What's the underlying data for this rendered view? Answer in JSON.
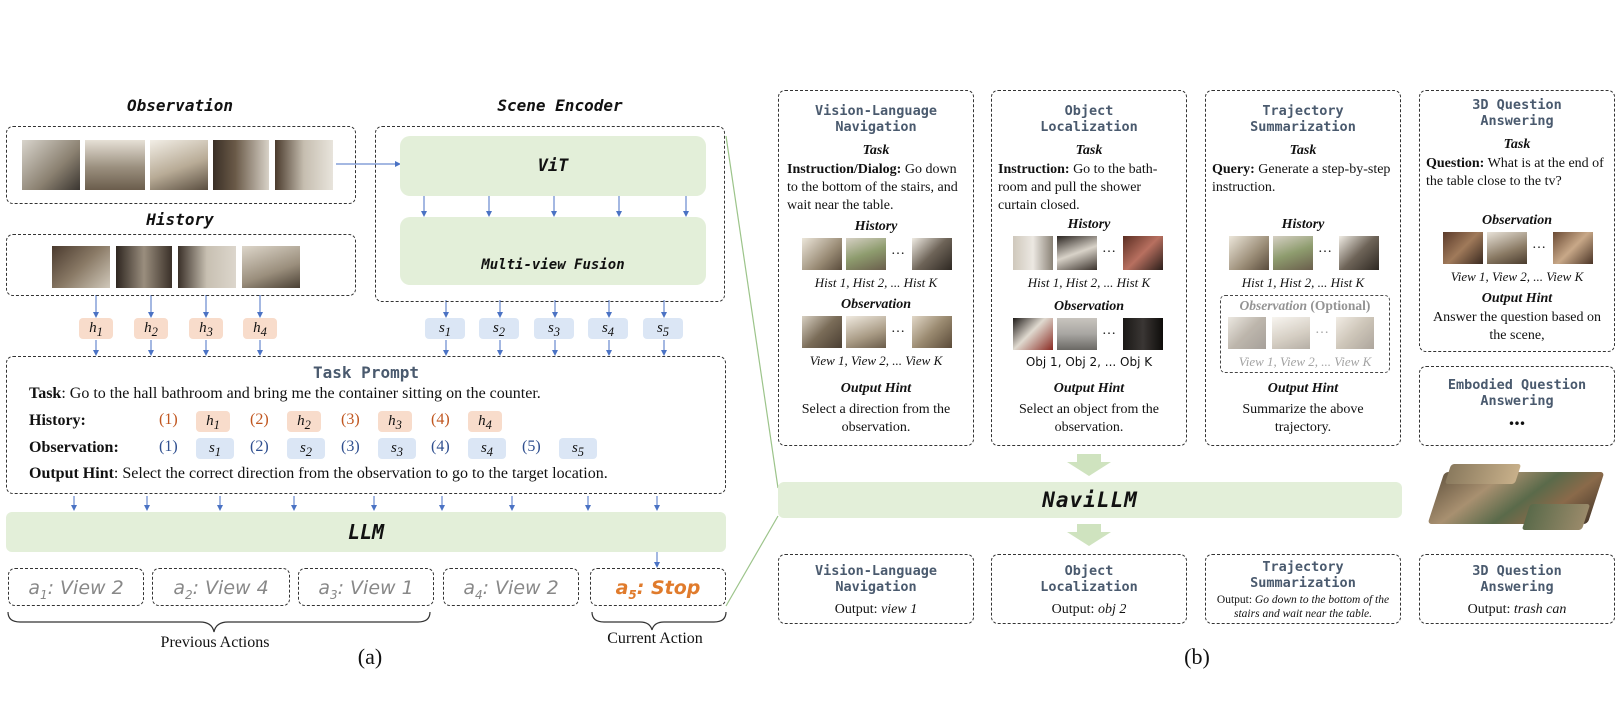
{
  "left": {
    "observation_label": "Observation",
    "history_label": "History",
    "scene_encoder_label": "Scene Encoder",
    "vit_label": "ViT",
    "fusion_label": "Multi-view Fusion",
    "history_tokens": [
      "h1",
      "h2",
      "h3",
      "h4"
    ],
    "scene_tokens": [
      "s1",
      "s2",
      "s3",
      "s4",
      "s5"
    ],
    "task_prompt": {
      "title": "Task Prompt",
      "task_key": "Task",
      "task_text": ": Go to the hall bathroom and bring me the container  sitting on the counter.",
      "history_key": "History",
      "observation_key": "Observation",
      "history_idx": [
        "(1)",
        "(2)",
        "(3)",
        "(4)"
      ],
      "obs_idx": [
        "(1)",
        "(2)",
        "(3)",
        "(4)",
        "(5)"
      ],
      "hint_key": "Output Hint",
      "hint_text": ": Select the correct direction from the observation to go to the target location."
    },
    "llm_label": "LLM",
    "actions": [
      {
        "sym": "a",
        "sub": "1",
        "text": ": View 2"
      },
      {
        "sym": "a",
        "sub": "2",
        "text": ": View 4"
      },
      {
        "sym": "a",
        "sub": "3",
        "text": ": View 1"
      },
      {
        "sym": "a",
        "sub": "4",
        "text": ": View 2"
      },
      {
        "sym": "a",
        "sub": "5",
        "text": ": Stop"
      }
    ],
    "previous_actions": "Previous  Actions",
    "current_action": "Current Action",
    "caption": "(a)"
  },
  "right": {
    "cards": [
      {
        "title": "Vision-Language Navigation",
        "task_label": "Task",
        "key": "Instruction/Dialog:",
        "text": " Go down to the bottom of the stairs, and wait near the table.",
        "history_label": "History",
        "history_cap": "Hist 1, Hist 2, ... Hist K",
        "obs_label": "Observation",
        "obs_cap": "View 1, View 2, ... View K",
        "hint_label": "Output Hint",
        "hint_text": "Select a direction from the observation."
      },
      {
        "title": "Object Localization",
        "task_label": "Task",
        "key": "Instruction:",
        "text": " Go to the bath-room and pull the shower curtain closed.",
        "history_label": "History",
        "history_cap": "Hist 1, Hist 2, ... Hist K",
        "obs_label": "Observation",
        "obs_cap": "Obj 1, Obj 2, ... Obj K",
        "hint_label": "Output Hint",
        "hint_text": "Select an object from the observation."
      },
      {
        "title": "Trajectory Summarization",
        "task_label": "Task",
        "key": "Query:",
        "text": " Generate a step-by-step instruction.",
        "history_label": "History",
        "history_cap": "Hist 1, Hist 2, ... Hist K",
        "obs_label": "Observation",
        "obs_optional": " (Optional)",
        "obs_cap": "View 1, View 2, ... View K",
        "hint_label": "Output Hint",
        "hint_text": "Summarize the above trajectory."
      },
      {
        "title": "3D Question Answering",
        "task_label": "Task",
        "key": "Question:",
        "text": " What is at the end of the table close to the tv?",
        "obs_label": "Observation",
        "obs_cap": "View 1, View 2, ... View K",
        "hint_label": "Output Hint",
        "hint_text": "Answer the question based on the scene,"
      }
    ],
    "eqa_title": "Embodied Question Answering",
    "eqa_dots": "...",
    "navillm_label": "NaviLLM",
    "outputs": [
      {
        "title": "Vision-Language Navigation",
        "label": "Output: ",
        "value": "view 1"
      },
      {
        "title": "Object Localization",
        "label": "Output: ",
        "value": "obj 2"
      },
      {
        "title": "Trajectory Summarization",
        "label": "Output: ",
        "value": "Go down to the bottom of the stairs and wait near the table."
      },
      {
        "title": "3D Question Answering",
        "label": "Output: ",
        "value": "trash can"
      }
    ],
    "caption": "(b)"
  },
  "colors": {
    "green_box": "#e3efd9",
    "history_token": "#f8dccb",
    "scene_token": "#dbe6f5",
    "history_index": "#c0561f",
    "obs_index": "#2f4f8f",
    "stop_action": "#e07b2c",
    "arrow": "#4a72c4"
  }
}
